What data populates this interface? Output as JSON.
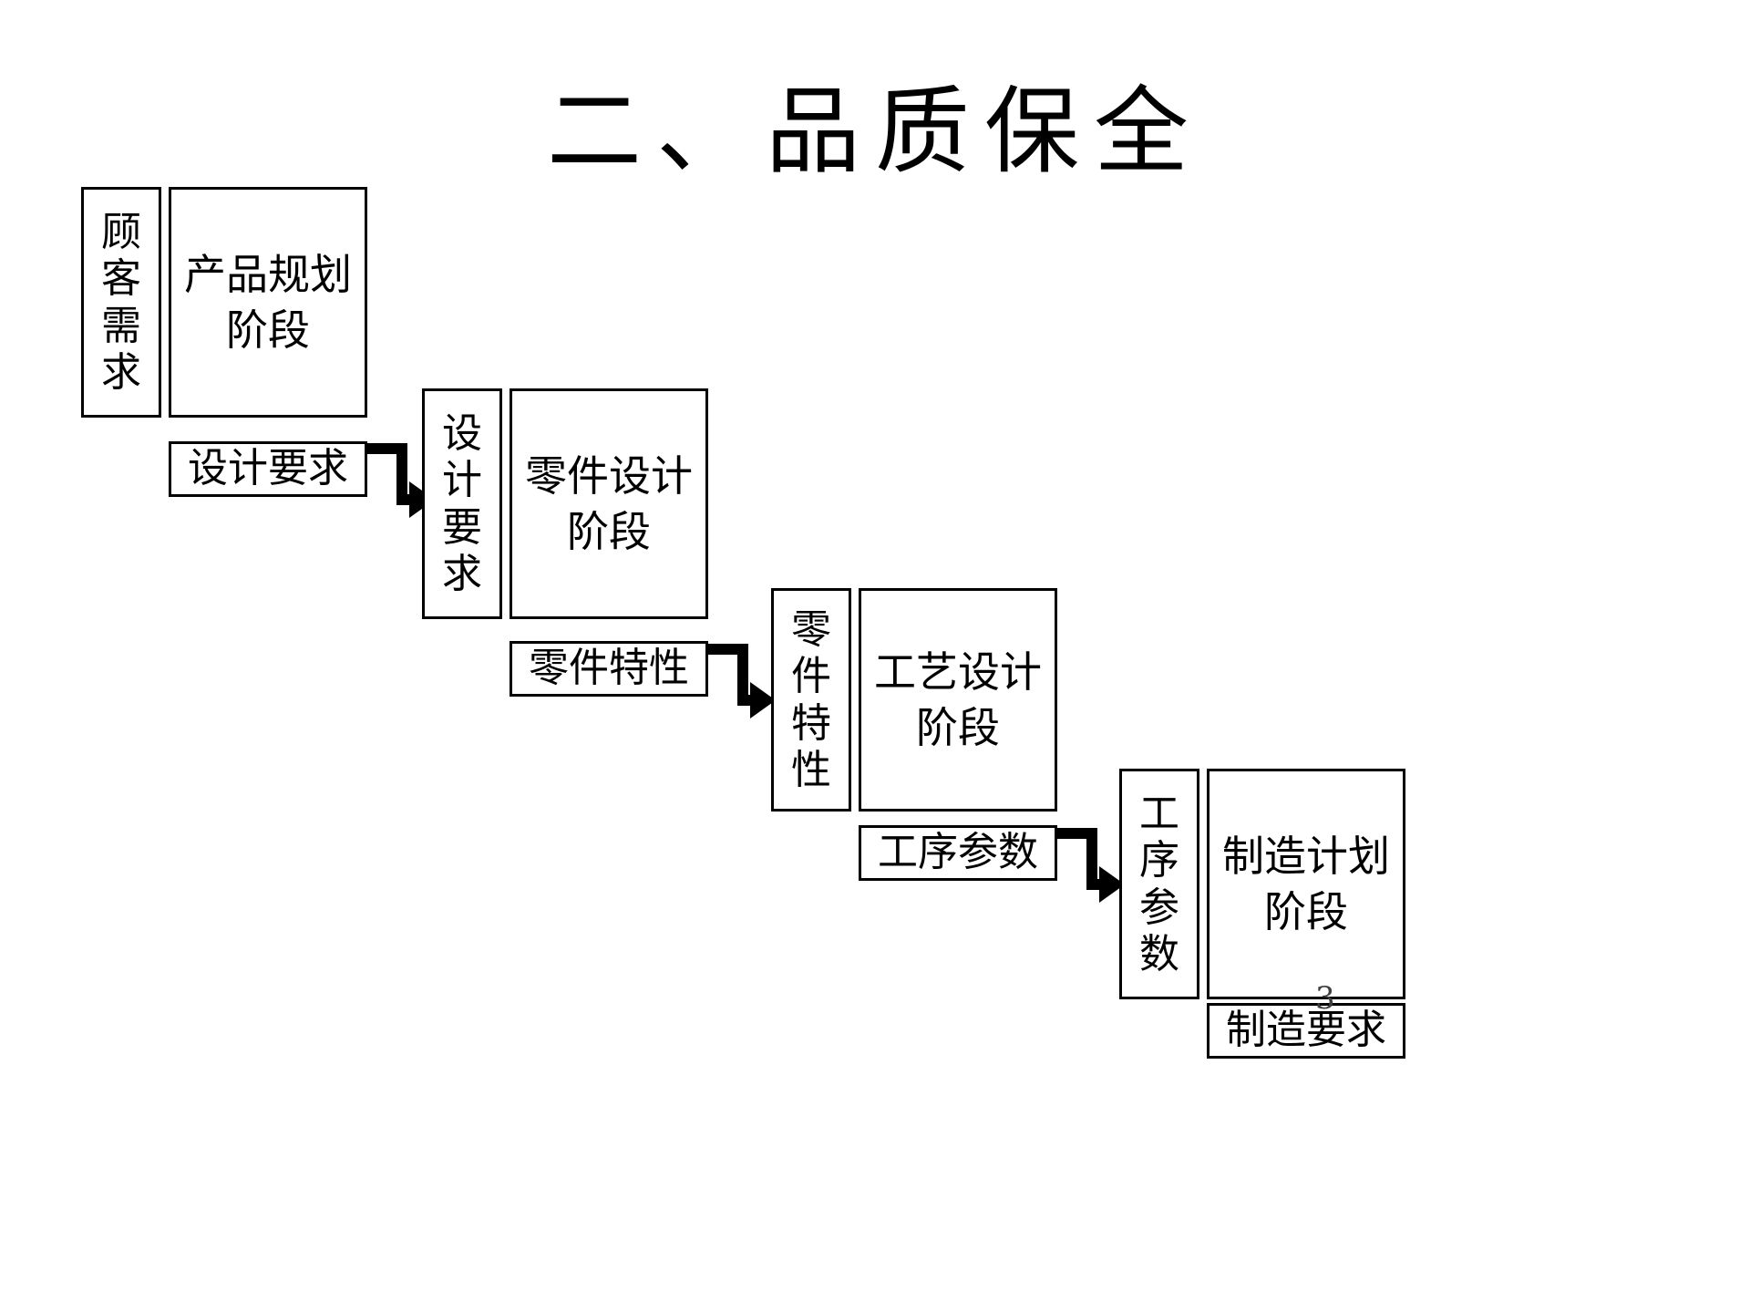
{
  "slide": {
    "title": "二、品质保全",
    "page_number": "3",
    "background_color": "#ffffff",
    "line_color": "#000000"
  },
  "diagram": {
    "type": "cascading-process-flow",
    "stages": [
      {
        "id": "stage-1",
        "input_label": "顾客需求",
        "stage_label_line1": "产品规划",
        "stage_label_line2": "阶段",
        "output_label": "设计要求"
      },
      {
        "id": "stage-2",
        "input_label": "设计要求",
        "stage_label_line1": "零件设计",
        "stage_label_line2": "阶段",
        "output_label": "零件特性"
      },
      {
        "id": "stage-3",
        "input_label": "零件特性",
        "stage_label_line1": "工艺设计",
        "stage_label_line2": "阶段",
        "output_label": "工序参数"
      },
      {
        "id": "stage-4",
        "input_label": "工序参数",
        "stage_label_line1": "制造计划",
        "stage_label_line2": "阶段",
        "output_label": "制造要求"
      }
    ],
    "connectors": [
      {
        "id": "connector-1",
        "from": "设计要求",
        "to": "设计要求"
      },
      {
        "id": "connector-2",
        "from": "零件特性",
        "to": "零件特性"
      },
      {
        "id": "connector-3",
        "from": "工序参数",
        "to": "工序参数"
      }
    ]
  }
}
